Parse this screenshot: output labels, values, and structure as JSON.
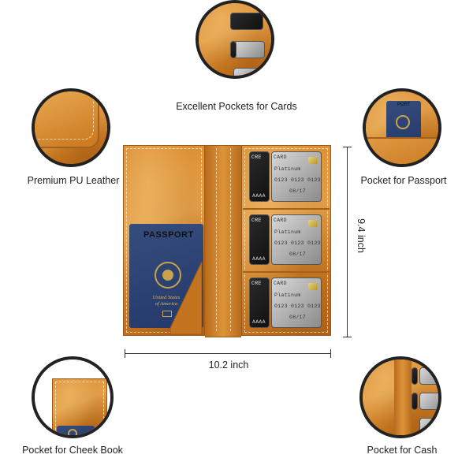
{
  "features": {
    "top": "Excellent Pockets for Cards",
    "left": "Premium PU Leather",
    "right": "Pocket for Passport",
    "bottom_left": "Pocket for Cheek Book",
    "bottom_right": "Pocket for Cash"
  },
  "dimensions": {
    "width": "10.2 inch",
    "height": "9.4 inch"
  },
  "passport": {
    "title": "PASSPORT",
    "country_line1": "United States",
    "country_line2": "of America"
  },
  "card": {
    "brand": "CARD",
    "name": "Platinum",
    "number": "0123 0123 0123",
    "expiry": "08/17",
    "short": "CRE",
    "back_digits": "AAAA"
  },
  "colors": {
    "leather": "#d98a2d",
    "passport_blue": "#2c4272",
    "gold": "#d9b85f"
  }
}
